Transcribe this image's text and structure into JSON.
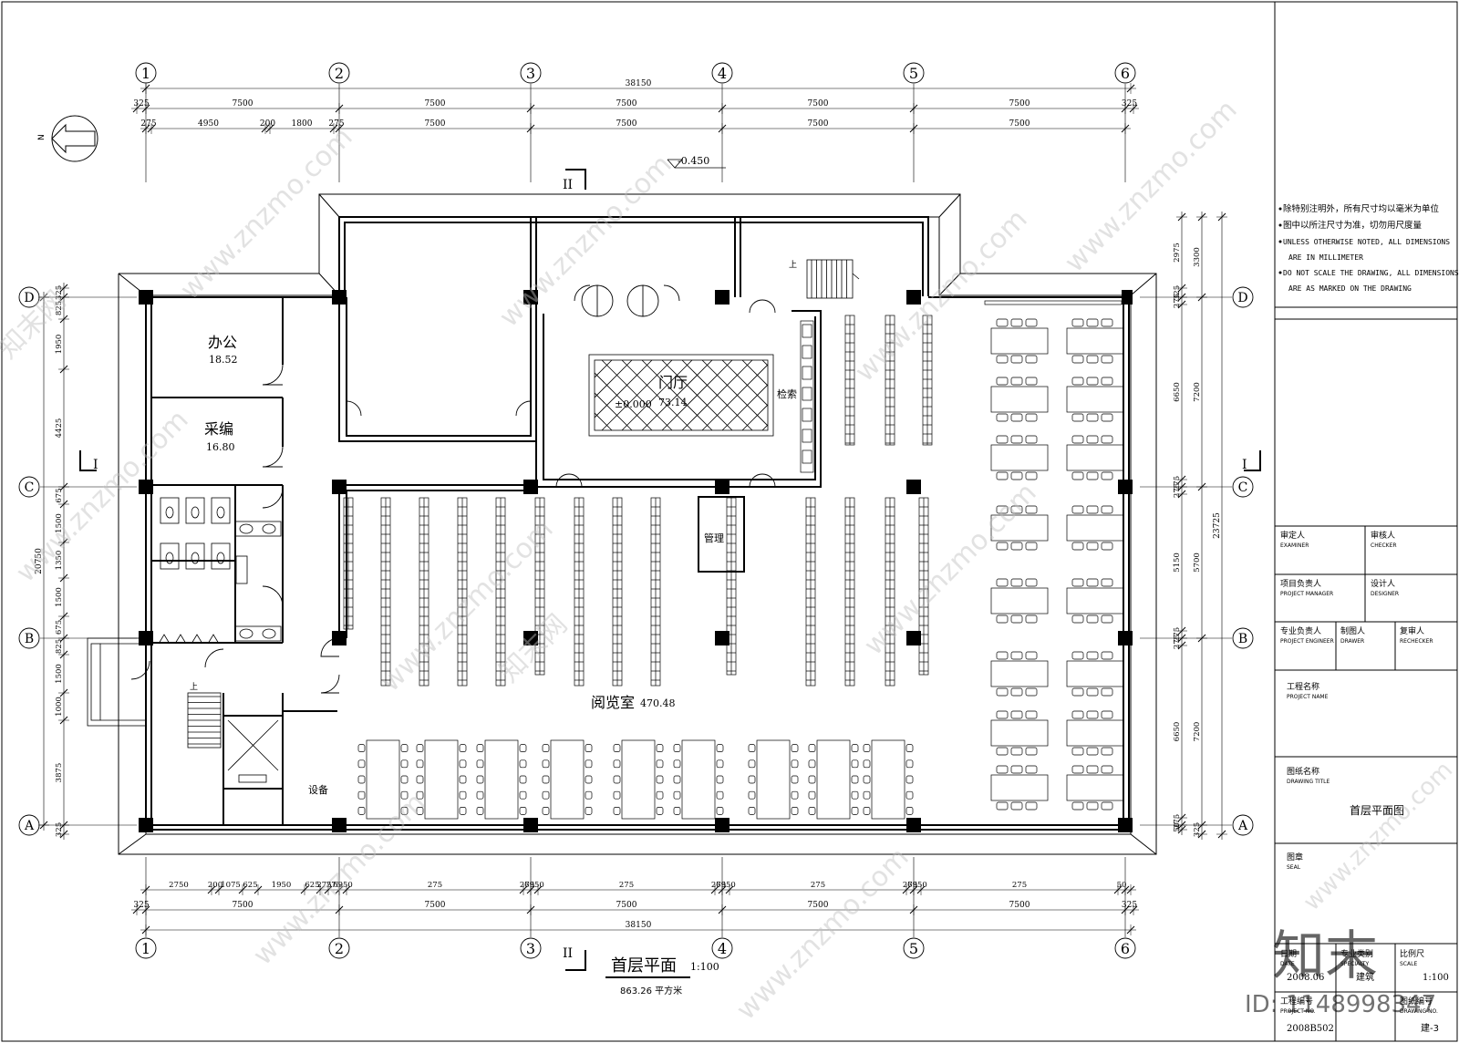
{
  "drawing": {
    "title": "首层平面",
    "scale_label": "1:100",
    "area_label": "863.26 平方米",
    "elevation": "-0.450",
    "section_mark_1": "I",
    "section_mark_2": "II",
    "north": "N"
  },
  "axes": {
    "columns": [
      "1",
      "2",
      "3",
      "4",
      "5",
      "6"
    ],
    "rows": [
      "D",
      "C",
      "B",
      "A"
    ]
  },
  "dimensions": {
    "top_total": "38150",
    "top_bays": [
      "7500",
      "7500",
      "7500",
      "7500",
      "7500"
    ],
    "top_edge_left": "325",
    "top_edge_right": "325",
    "top_detail": [
      "275",
      "4950",
      "200",
      "1800",
      "275",
      "7500",
      "7500",
      "7500"
    ],
    "bottom_detail": [
      "2750",
      "200",
      "1075",
      "625",
      "1950",
      "625",
      "275",
      "275",
      "6950",
      "275",
      "275",
      "6950",
      "275",
      "275",
      "6950",
      "275",
      "275",
      "6950",
      "275",
      "50"
    ],
    "bottom_bays": [
      "7500",
      "7500",
      "7500",
      "7500",
      "7500"
    ],
    "bottom_edge_left": "325",
    "bottom_edge_right": "325",
    "bottom_total": "38150",
    "left_total": "20750",
    "left_detail": [
      "325",
      "825",
      "1950",
      "4425",
      "675",
      "1500",
      "1350",
      "1500",
      "675",
      "825",
      "1500",
      "1000",
      "3875",
      "325"
    ],
    "right_outer": [
      "3300",
      "7200",
      "5700",
      "7200",
      "325"
    ],
    "right_inner": [
      "2975",
      "325",
      "275",
      "6650",
      "275",
      "275",
      "5150",
      "275",
      "275",
      "6650",
      "275",
      "50"
    ],
    "right_total": "23725"
  },
  "rooms": {
    "office": {
      "name": "办公",
      "area": "18.52"
    },
    "editing": {
      "name": "采编",
      "area": "16.80"
    },
    "hall": {
      "name": "门厅",
      "area": "73.14",
      "level": "±0.000"
    },
    "search": "检索",
    "management": "管理",
    "reading": {
      "name": "阅览室",
      "area": "470.48"
    },
    "equipment": "设备",
    "stair_up": "上"
  },
  "notes": [
    "除特别注明外，所有尺寸均以毫米为单位",
    "图中以所注尺寸为准，切勿用尺度量",
    "UNLESS OTHERWISE NOTED, ALL DIMENSIONS",
    "ARE IN MILLIMETER",
    "DO NOT SCALE THE DRAWING, ALL DIMENSIONS",
    "ARE AS MARKED ON THE DRAWING"
  ],
  "title_block": {
    "examiner": "审定人",
    "examiner_en": "EXAMINER",
    "checker": "审核人",
    "checker_en": "CHECKER",
    "project_manager": "项目负责人",
    "project_manager_en": "PROJECT MANAGER",
    "designer": "设计人",
    "designer_en": "DESIGNER",
    "project_engineer": "专业负责人",
    "project_engineer_en": "PROJECT ENGINEER",
    "drawer": "制图人",
    "drawer_en": "DRAWER",
    "rechecker": "复审人",
    "rechecker_en": "RECHECKER",
    "project_name": "工程名称",
    "project_name_en": "PROJECT NAME",
    "drawing_title": "图纸名称",
    "drawing_title_en": "DRAWING TITLE",
    "drawing_title_value": "首层平面图",
    "seal": "图章",
    "seal_en": "SEAL",
    "date_label": "日期",
    "date_label_en": "DATE",
    "date_value": "2008.06",
    "specialty": "专业类别",
    "specialty_en": "SPECIALTY",
    "specialty_value": "建筑",
    "scale": "比例尺",
    "scale_en": "SCALE",
    "scale_value": "1:100",
    "project_no": "工程编号",
    "project_no_en": "PROJECT NO.",
    "project_no_value": "2008B502",
    "drawing_no": "图纸编号",
    "drawing_no_en": "DRAWING NO.",
    "drawing_no_value": "建-3"
  },
  "watermark": {
    "text": "www.znzmo.com",
    "brand": "知末网",
    "logo": "知末",
    "id": "ID: 1148998347"
  }
}
